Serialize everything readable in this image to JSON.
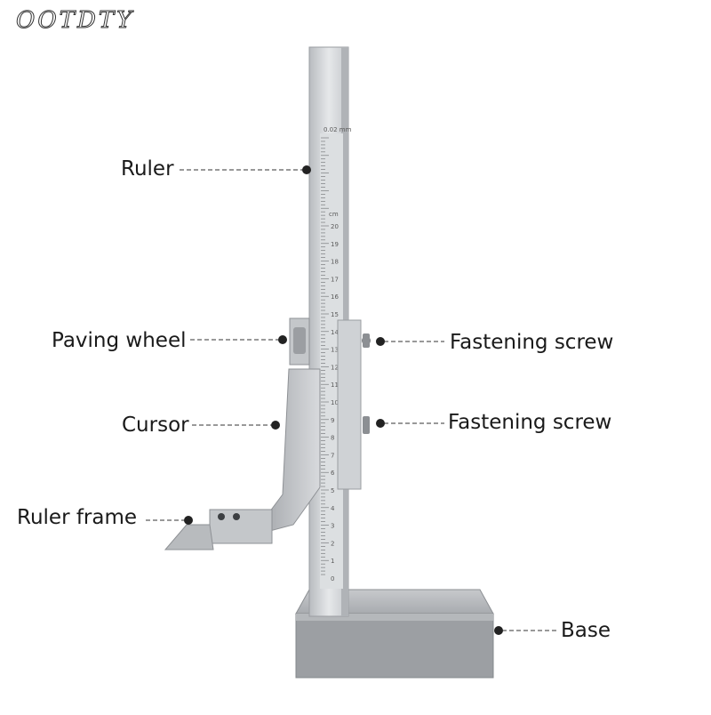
{
  "brand": "OOTDTY",
  "labels": {
    "ruler": "Ruler",
    "paving_wheel": "Paving wheel",
    "cursor": "Cursor",
    "ruler_frame": "Ruler frame",
    "fastening_screw_top": "Fastening screw",
    "fastening_screw_bottom": "Fastening screw",
    "base": "Base"
  },
  "scale": {
    "unit_top": "0.02 mm",
    "unit_cm": "cm",
    "numbers": [
      "20",
      "19",
      "18",
      "17",
      "16",
      "15",
      "14",
      "13",
      "12",
      "11",
      "10",
      "9",
      "8",
      "7",
      "6",
      "5",
      "4",
      "3",
      "2",
      "1",
      "0"
    ]
  },
  "colors": {
    "steel": "#c9ccd0",
    "base": "#9fa2a6",
    "leader": "#333333",
    "text": "#1a1a1a"
  }
}
